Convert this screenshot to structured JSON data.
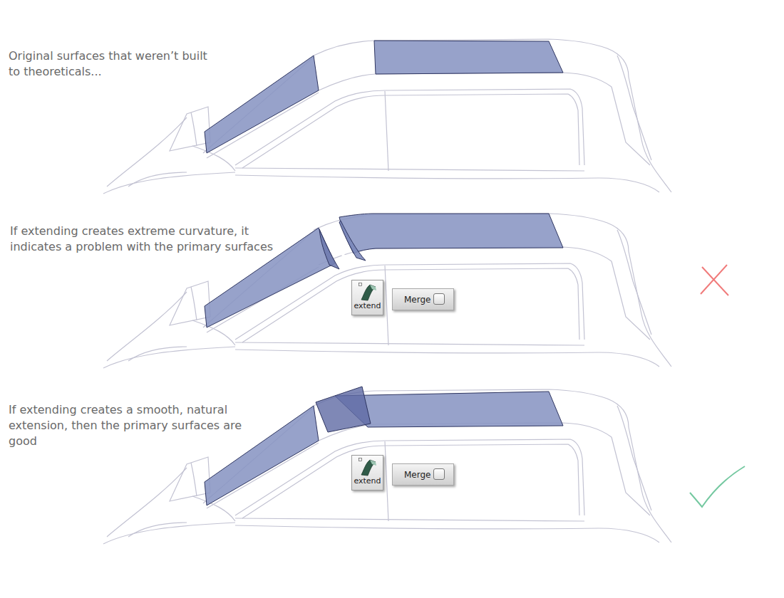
{
  "diagram": {
    "nodes": [
      {
        "text": [
          "extend"
        ]
      },
      {
        "text": [
          "Merge"
        ]
      },
      {
        "text": [
          "extend"
        ]
      },
      {
        "text": [
          "Merge"
        ]
      }
    ],
    "labels": [
      "Original surfaces that weren’t built to theoreticals...",
      "If extending creates extreme curvature, it indicates a problem with the primary surfaces",
      "If extending creates a smooth, natural extension, then the primary surfaces are good"
    ]
  }
}
